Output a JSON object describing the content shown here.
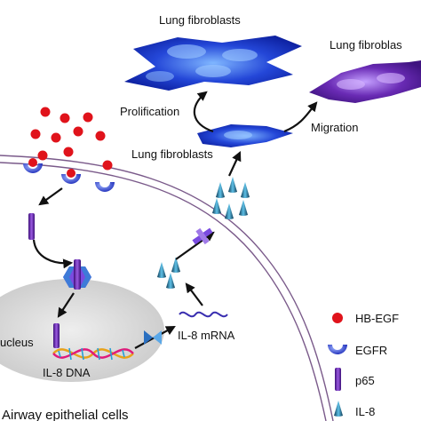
{
  "labels": {
    "lung_fibroblasts_top": "Lung fibroblasts",
    "lung_fibroblasts_right": "Lung fibroblas",
    "proliferation": "Prolification",
    "migration": "Migration",
    "lung_fibroblasts_mid": "Lung fibroblasts",
    "nucleus": "ucleus",
    "il8_dna": "IL-8 DNA",
    "il8_mrna": "IL-8 mRNA",
    "airway_epithelial_cells": "Airway epithelial cells"
  },
  "legend": {
    "items": [
      {
        "icon": "red-dot-icon",
        "label": "HB-EGF"
      },
      {
        "icon": "egfr-receptor-icon",
        "label": "EGFR"
      },
      {
        "icon": "p65-bar-icon",
        "label": "p65"
      },
      {
        "icon": "il8-cone-icon",
        "label": "IL-8"
      }
    ]
  },
  "colors": {
    "hb_egf": "#e0131b",
    "egfr": "#2b3bd6",
    "p65": "#6a1fb0",
    "il8": "#1a6f8f",
    "fibroblast_blue": "#1f3fd0",
    "fibroblast_purple": "#6a2bb5",
    "nucleus_gray": "#d9d9d9",
    "membrane": "#7a5a8a"
  }
}
